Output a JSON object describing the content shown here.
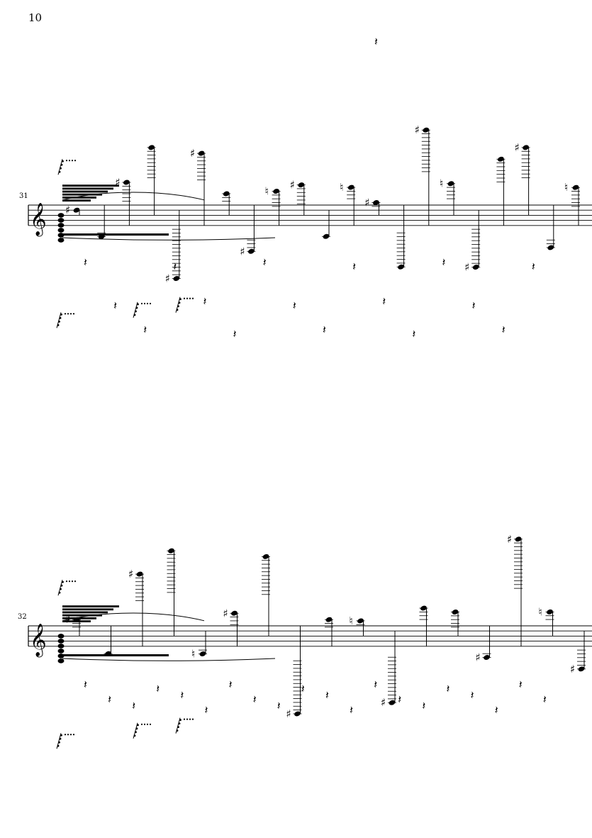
{
  "page": {
    "number": "10"
  },
  "systems": [
    {
      "measure_number": "31",
      "clef": "treble",
      "notes": [
        {
          "acc": "#",
          "ledger": 0
        },
        {
          "acc": "",
          "ledger": 2
        },
        {
          "acc": "#",
          "ledger": 6
        },
        {
          "acc": "",
          "ledger": 9
        },
        {
          "acc": "#",
          "ledger": 14
        },
        {
          "acc": "#",
          "ledger": 8
        },
        {
          "acc": "",
          "ledger": 3
        },
        {
          "acc": "#",
          "ledger": 4
        },
        {
          "acc": "n",
          "ledger": 5
        },
        {
          "acc": "#",
          "ledger": 6
        },
        {
          "acc": "",
          "ledger": 1
        },
        {
          "acc": "n",
          "ledger": 4
        },
        {
          "acc": "#",
          "ledger": 2
        },
        {
          "acc": "",
          "ledger": 10
        },
        {
          "acc": "#",
          "ledger": 12
        },
        {
          "acc": "n",
          "ledger": 5
        },
        {
          "acc": "#",
          "ledger": 11
        },
        {
          "acc": "",
          "ledger": 7
        },
        {
          "acc": "#",
          "ledger": 9
        },
        {
          "acc": "",
          "ledger": 3
        },
        {
          "acc": "n",
          "ledger": 6
        }
      ],
      "rests": 16
    },
    {
      "measure_number": "32",
      "clef": "treble",
      "notes": [
        {
          "acc": "#",
          "ledger": 3
        },
        {
          "acc": "",
          "ledger": 1
        },
        {
          "acc": "#",
          "ledger": 8
        },
        {
          "acc": "",
          "ledger": 12
        },
        {
          "acc": "n",
          "ledger": 2
        },
        {
          "acc": "#",
          "ledger": 4
        },
        {
          "acc": "",
          "ledger": 11
        },
        {
          "acc": "#",
          "ledger": 15
        },
        {
          "acc": "",
          "ledger": 3
        },
        {
          "acc": "n",
          "ledger": 2
        },
        {
          "acc": "#",
          "ledger": 13
        },
        {
          "acc": "",
          "ledger": 4
        },
        {
          "acc": "",
          "ledger": 5
        },
        {
          "acc": "#",
          "ledger": 2
        },
        {
          "acc": "#",
          "ledger": 14
        },
        {
          "acc": "n",
          "ledger": 3
        },
        {
          "acc": "#",
          "ledger": 6
        }
      ],
      "rests": 20
    }
  ]
}
